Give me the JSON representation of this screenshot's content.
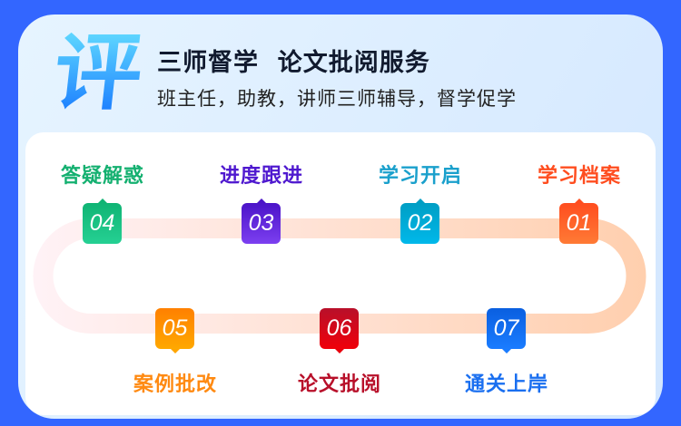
{
  "header": {
    "logo_char": "评",
    "title": "三师督学  论文批阅服务",
    "subtitle": "班主任，助教，讲师三师辅导，督学促学"
  },
  "steps": [
    {
      "num": "01",
      "label": "学习档案",
      "color": "#ff5a22"
    },
    {
      "num": "02",
      "label": "学习开启",
      "color": "#0aa0cc"
    },
    {
      "num": "03",
      "label": "进度跟进",
      "color": "#5a1fd6"
    },
    {
      "num": "04",
      "label": "答疑解惑",
      "color": "#14b877"
    },
    {
      "num": "05",
      "label": "案例批改",
      "color": "#ff8a12"
    },
    {
      "num": "06",
      "label": "论文批阅",
      "color": "#c0102a"
    },
    {
      "num": "07",
      "label": "通关上岸",
      "color": "#1a6ff0"
    }
  ]
}
